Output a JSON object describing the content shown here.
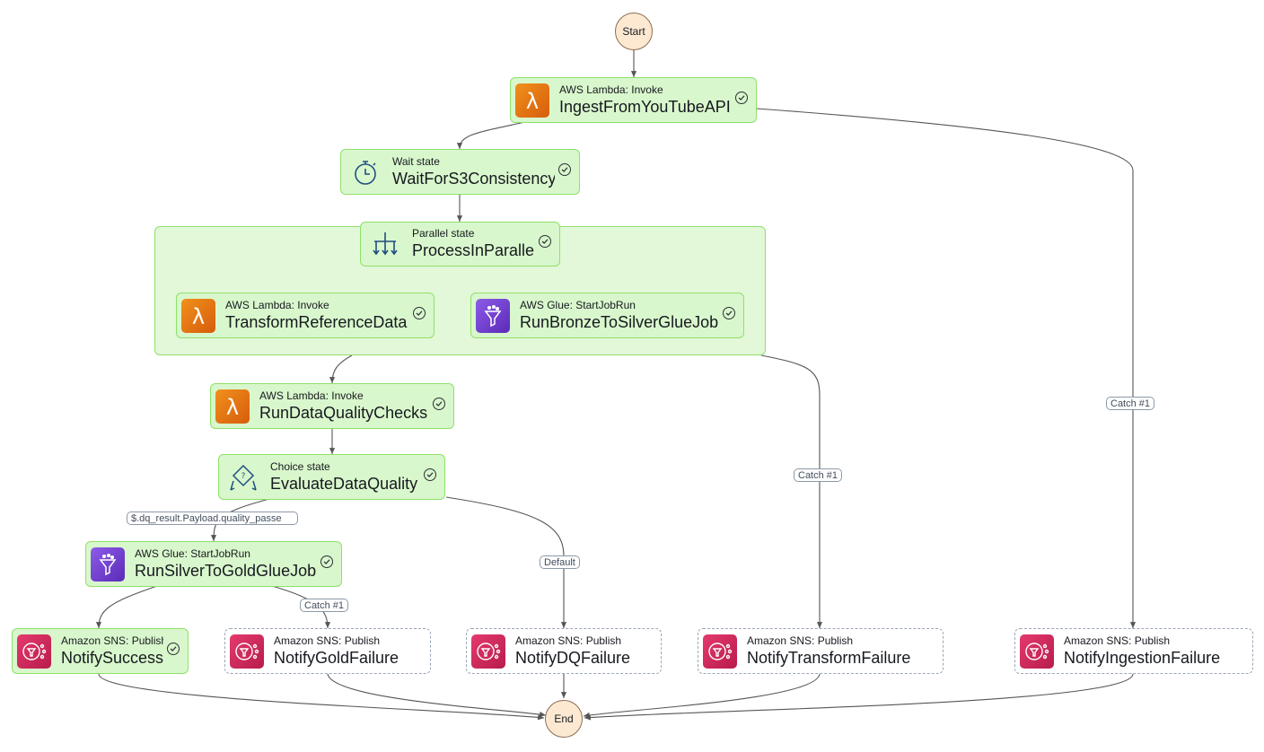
{
  "start_label": "Start",
  "end_label": "End",
  "states": {
    "ingest": {
      "type": "AWS Lambda: Invoke",
      "name": "IngestFromYouTubeAPI",
      "icon": "lambda-icon",
      "status": "succeeded"
    },
    "wait": {
      "type": "Wait state",
      "name": "WaitForS3Consistency",
      "icon": "stopwatch-icon",
      "status": "succeeded"
    },
    "parallel": {
      "type": "Parallel state",
      "name": "ProcessInParallel",
      "icon": "parallel-icon",
      "status": "succeeded"
    },
    "transform": {
      "type": "AWS Lambda: Invoke",
      "name": "TransformReferenceData",
      "icon": "lambda-icon",
      "status": "succeeded"
    },
    "bronze": {
      "type": "AWS Glue: StartJobRun",
      "name": "RunBronzeToSilverGlueJob",
      "icon": "glue-icon",
      "status": "succeeded"
    },
    "dq": {
      "type": "AWS Lambda: Invoke",
      "name": "RunDataQualityChecks",
      "icon": "lambda-icon",
      "status": "succeeded"
    },
    "evaluate": {
      "type": "Choice state",
      "name": "EvaluateDataQuality",
      "icon": "choice-icon",
      "status": "succeeded"
    },
    "gold": {
      "type": "AWS Glue: StartJobRun",
      "name": "RunSilverToGoldGlueJob",
      "icon": "glue-icon",
      "status": "succeeded"
    },
    "notify_success": {
      "type": "Amazon SNS: Publish",
      "name": "NotifySuccess",
      "icon": "sns-icon",
      "status": "succeeded"
    },
    "notify_gold": {
      "type": "Amazon SNS: Publish",
      "name": "NotifyGoldFailure",
      "icon": "sns-icon",
      "status": "not-run"
    },
    "notify_dq": {
      "type": "Amazon SNS: Publish",
      "name": "NotifyDQFailure",
      "icon": "sns-icon",
      "status": "not-run"
    },
    "notify_transform": {
      "type": "Amazon SNS: Publish",
      "name": "NotifyTransformFailure",
      "icon": "sns-icon",
      "status": "not-run"
    },
    "notify_ingestion": {
      "type": "Amazon SNS: Publish",
      "name": "NotifyIngestionFailure",
      "icon": "sns-icon",
      "status": "not-run"
    }
  },
  "edge_labels": {
    "choice_condition": "$.dq_result.Payload.quality_passe",
    "choice_default": "Default",
    "catch_gold": "Catch #1",
    "catch_transform": "Catch #1",
    "catch_ingestion": "Catch #1"
  },
  "colors": {
    "succeeded_fill": "#d9f7cc",
    "succeeded_border": "#8fe06a",
    "terminal_fill": "#fde9d2",
    "lambda": "#e8770f",
    "glue": "#7a47d6",
    "sns": "#d32a5c",
    "state_icon": "#1f4f82"
  }
}
